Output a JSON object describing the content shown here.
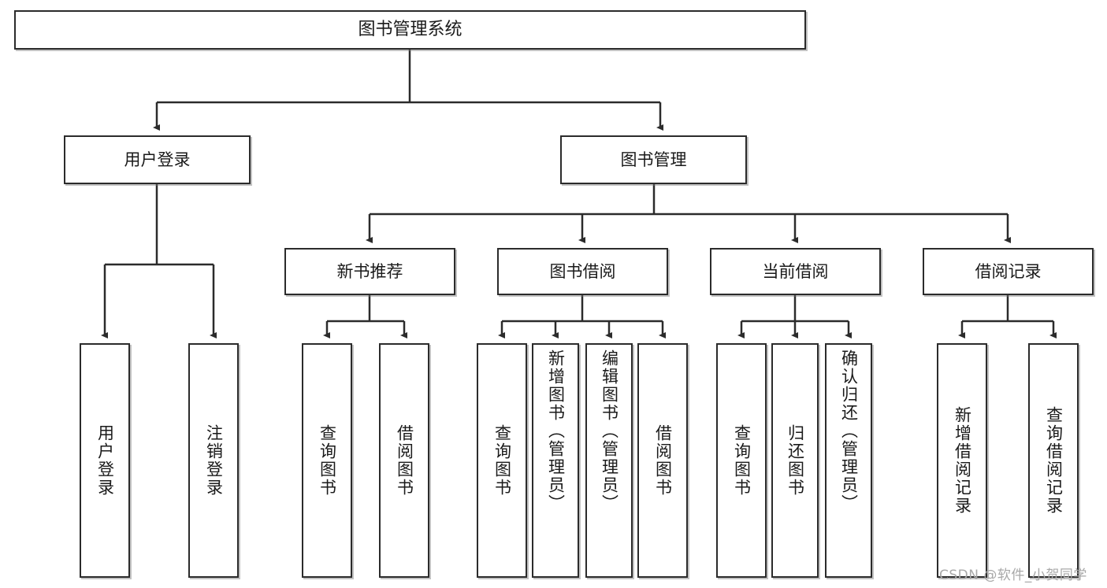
{
  "diagram": {
    "title": "图书管理系统",
    "type": "hierarchy-tree",
    "levels": {
      "root": {
        "label": "图书管理系统"
      },
      "level2": [
        {
          "label": "用户登录"
        },
        {
          "label": "图书管理"
        }
      ],
      "level3": [
        {
          "label": "新书推荐"
        },
        {
          "label": "图书借阅"
        },
        {
          "label": "当前借阅"
        },
        {
          "label": "借阅记录"
        }
      ],
      "leaves": {
        "user_login": [
          {
            "label": "用户登录"
          },
          {
            "label": "注销登录"
          }
        ],
        "new_book_recommend": [
          {
            "label": "查询图书"
          },
          {
            "label": "借阅图书"
          }
        ],
        "book_borrow": [
          {
            "label": "查询图书"
          },
          {
            "label": "新增图书（管理员）"
          },
          {
            "label": "编辑图书（管理员）"
          },
          {
            "label": "借阅图书"
          }
        ],
        "current_borrow": [
          {
            "label": "查询图书"
          },
          {
            "label": "归还图书"
          },
          {
            "label": "确认归还（管理员）"
          }
        ],
        "borrow_record": [
          {
            "label": "新增借阅记录"
          },
          {
            "label": "查询借阅记录"
          }
        ]
      }
    }
  },
  "watermark": {
    "text": "CSDN @软件_小贺同学"
  },
  "colors": {
    "border": "#2b2b2b",
    "background": "#ffffff",
    "text": "#1a1a1a",
    "watermark": "#a8a8a8"
  }
}
